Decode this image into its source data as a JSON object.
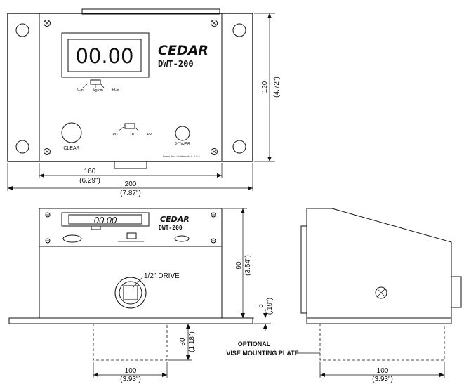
{
  "device": {
    "display_reading": "00.00",
    "brand": "CEDAR",
    "model": "DWT-200",
    "unit_labels": [
      "N-m",
      "kg-cm",
      "lbf-in"
    ],
    "mode_labels": [
      "PD",
      "TR",
      "PP"
    ],
    "clear_label": "CLEAR",
    "power_label": "POWER",
    "maker_line": "Imada, Inc. • Northbrook, IL U.S.A."
  },
  "front_view": {
    "dim_height_mm": "120",
    "dim_height_in": "(4.72\")",
    "dim_width_mm": "160",
    "dim_width_in": "(6.29\")",
    "dim_overall_mm": "200",
    "dim_overall_in": "(7.87\")"
  },
  "lower_front_view": {
    "drive_label": "1/2\" DRIVE",
    "dim_height_mm": "90",
    "dim_height_in": "(3.54\")",
    "dim_base_mm": "5",
    "dim_base_in": "(.19\")",
    "dim_plate_h_mm": "30",
    "dim_plate_h_in": "(1.18\")",
    "dim_plate_w_mm": "100",
    "dim_plate_w_in": "(3.93\")",
    "plate_label_line1": "OPTIONAL",
    "plate_label_line2": "VISE MOUNTING PLATE"
  },
  "side_view": {
    "dim_plate_w_mm": "100",
    "dim_plate_w_in": "(3.93\")"
  }
}
